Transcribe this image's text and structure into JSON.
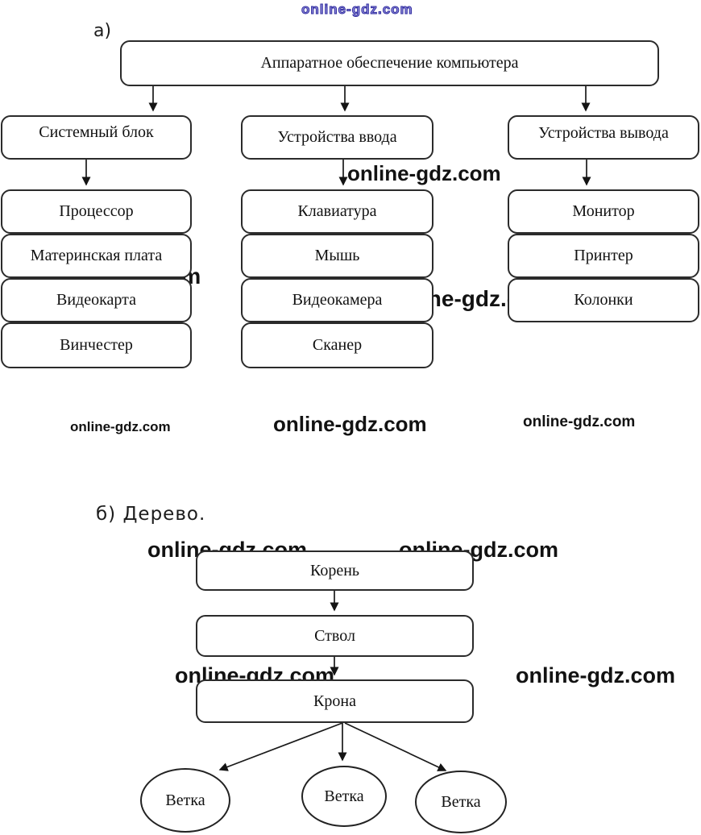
{
  "watermark": {
    "text": "online-gdz.com",
    "blue_color": "#322ea0"
  },
  "section_a": {
    "label": "а)",
    "root": "Аппаратное обеспечение компьютера",
    "branches": [
      {
        "label": "Системный блок",
        "children": [
          "Процессор",
          "Материнская плата",
          "Видеокарта",
          "Винчестер"
        ]
      },
      {
        "label": "Устройства ввода",
        "children": [
          "Клавиатура",
          "Мышь",
          "Видеокамера",
          "Сканер"
        ]
      },
      {
        "label": "Устройства вывода",
        "children": [
          "Монитор",
          "Принтер",
          "Колонки"
        ]
      }
    ]
  },
  "section_b": {
    "label": "б) Дерево.",
    "nodes": [
      "Корень",
      "Ствол",
      "Крона"
    ],
    "leaves": [
      "Ветка",
      "Ветка",
      "Ветка"
    ]
  }
}
